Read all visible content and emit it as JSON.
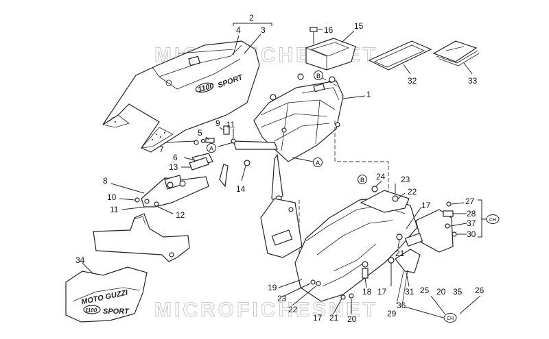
{
  "watermarks": [
    "MICROFICHESNET",
    "MICROFICHESNET"
  ],
  "labels": {
    "sport_seat": "SPORT",
    "sport_bag": "SPORT",
    "brand": "MOTO GUZZI",
    "model_badge": "1100"
  },
  "ref_markers": [
    "A",
    "A",
    "B",
    "B"
  ],
  "region_markers": [
    "CH",
    "CH"
  ],
  "callouts": [
    {
      "id": "c2",
      "text": "2"
    },
    {
      "id": "c4",
      "text": "4"
    },
    {
      "id": "c3",
      "text": "3"
    },
    {
      "id": "c16",
      "text": "16"
    },
    {
      "id": "c15",
      "text": "15"
    },
    {
      "id": "c1",
      "text": "1"
    },
    {
      "id": "c32",
      "text": "32"
    },
    {
      "id": "c33",
      "text": "33"
    },
    {
      "id": "c9",
      "text": "9"
    },
    {
      "id": "c11a",
      "text": "11"
    },
    {
      "id": "c5",
      "text": "5"
    },
    {
      "id": "c7",
      "text": "7"
    },
    {
      "id": "c6",
      "text": "6"
    },
    {
      "id": "c13",
      "text": "13"
    },
    {
      "id": "c8",
      "text": "8"
    },
    {
      "id": "c14",
      "text": "14"
    },
    {
      "id": "c10",
      "text": "10"
    },
    {
      "id": "c11b",
      "text": "11"
    },
    {
      "id": "c12",
      "text": "12"
    },
    {
      "id": "c24",
      "text": "24"
    },
    {
      "id": "c23a",
      "text": "23"
    },
    {
      "id": "c22a",
      "text": "22"
    },
    {
      "id": "c17a",
      "text": "17"
    },
    {
      "id": "c27",
      "text": "27"
    },
    {
      "id": "c28",
      "text": "28"
    },
    {
      "id": "c37",
      "text": "37"
    },
    {
      "id": "c30",
      "text": "30"
    },
    {
      "id": "c21a",
      "text": "21"
    },
    {
      "id": "c34",
      "text": "34"
    },
    {
      "id": "c19",
      "text": "19"
    },
    {
      "id": "c23b",
      "text": "23"
    },
    {
      "id": "c22b",
      "text": "22"
    },
    {
      "id": "c18",
      "text": "18"
    },
    {
      "id": "c17b",
      "text": "17"
    },
    {
      "id": "c31",
      "text": "31"
    },
    {
      "id": "c20a",
      "text": "20"
    },
    {
      "id": "c35",
      "text": "35"
    },
    {
      "id": "c26",
      "text": "26"
    },
    {
      "id": "c25",
      "text": "25"
    },
    {
      "id": "c36",
      "text": "36"
    },
    {
      "id": "c29",
      "text": "29"
    },
    {
      "id": "c17c",
      "text": "17"
    },
    {
      "id": "c21b",
      "text": "21"
    },
    {
      "id": "c20b",
      "text": "20"
    }
  ]
}
